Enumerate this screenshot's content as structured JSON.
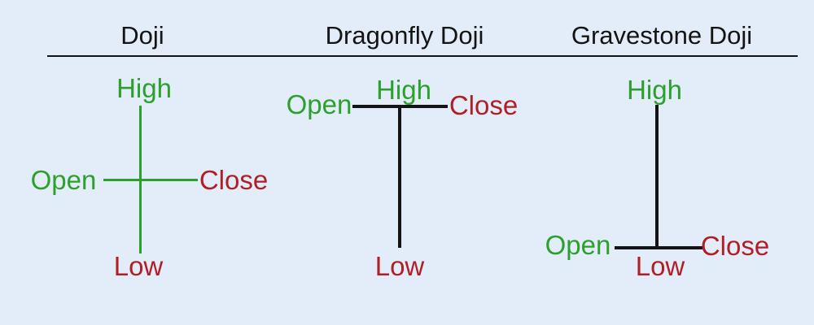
{
  "colors": {
    "background": "#e3edf9",
    "green": "#2ca02c",
    "red": "#b01f26",
    "black": "#141414"
  },
  "panels": [
    {
      "title": "Doji",
      "labels": {
        "high": "High",
        "open": "Open",
        "close": "Close",
        "low": "Low"
      }
    },
    {
      "title": "Dragonfly Doji",
      "labels": {
        "high": "High",
        "open": "Open",
        "close": "Close",
        "low": "Low"
      }
    },
    {
      "title": "Gravestone Doji",
      "labels": {
        "high": "High",
        "open": "Open",
        "close": "Close",
        "low": "Low"
      }
    }
  ]
}
